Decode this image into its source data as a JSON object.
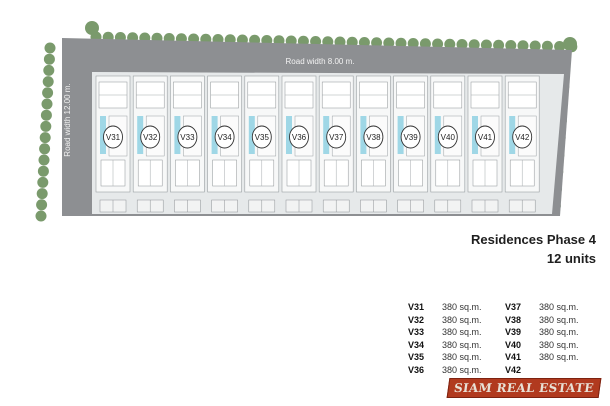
{
  "plan": {
    "road_top_label": "Road width 8.00 m.",
    "road_left_label": "Road width 12.00 m.",
    "villas": [
      "V31",
      "V32",
      "V33",
      "V34",
      "V35",
      "V36",
      "V37",
      "V38",
      "V39",
      "V40",
      "V41",
      "V42"
    ]
  },
  "title": {
    "line1": "Residences Phase 4",
    "line2": "12 units"
  },
  "units": [
    {
      "id": "V31",
      "area": "380 sq.m."
    },
    {
      "id": "V32",
      "area": "380 sq.m."
    },
    {
      "id": "V33",
      "area": "380 sq.m."
    },
    {
      "id": "V34",
      "area": "380 sq.m."
    },
    {
      "id": "V35",
      "area": "380 sq.m."
    },
    {
      "id": "V36",
      "area": "380 sq.m."
    },
    {
      "id": "V37",
      "area": "380 sq.m."
    },
    {
      "id": "V38",
      "area": "380 sq.m."
    },
    {
      "id": "V39",
      "area": "380 sq.m."
    },
    {
      "id": "V40",
      "area": "380 sq.m."
    },
    {
      "id": "V41",
      "area": "380 sq.m."
    },
    {
      "id": "V42",
      "area": ""
    }
  ],
  "logo": "SIAM REAL ESTATE",
  "colors": {
    "road": "#8d8f92",
    "plot": "#e6e9ea",
    "pool": "#9fd7e6",
    "tree": "#7a9a6c",
    "logo_bg": "#b13a1f"
  }
}
